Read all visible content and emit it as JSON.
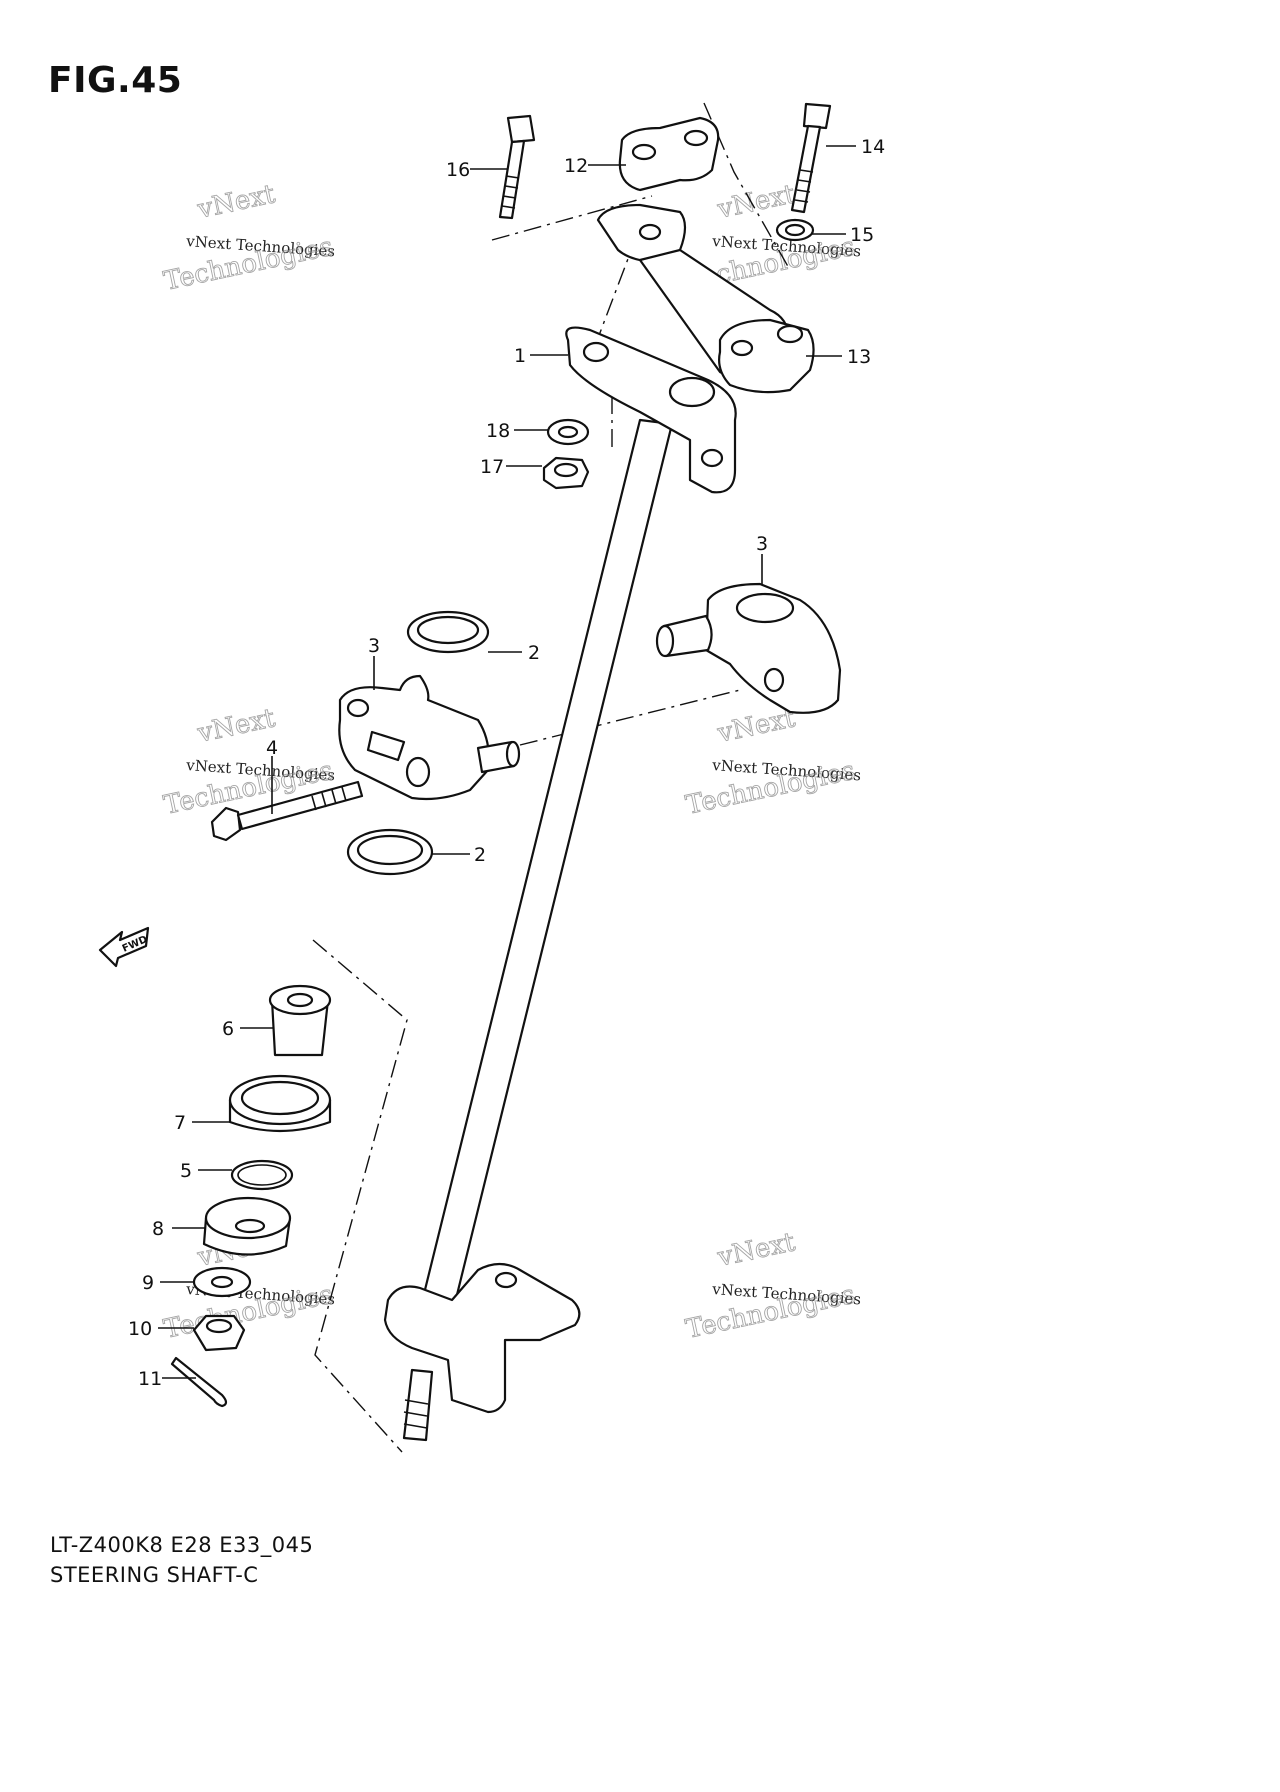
{
  "figure_title": "FIG.45",
  "footer": {
    "model_code": "LT-Z400K8 E28 E33_045",
    "description": "STEERING SHAFT-C"
  },
  "callouts": {
    "c1": "1",
    "c2a": "2",
    "c2b": "2",
    "c3a": "3",
    "c3b": "3",
    "c4": "4",
    "c5": "5",
    "c6": "6",
    "c7": "7",
    "c8": "8",
    "c9": "9",
    "c10": "10",
    "c11": "11",
    "c12": "12",
    "c13": "13",
    "c14": "14",
    "c15": "15",
    "c16": "16",
    "c17": "17",
    "c18": "18"
  },
  "watermark": {
    "text_small": "vNext Technologies",
    "text_big": "Technologies",
    "text_vnext": "vNext"
  },
  "fwd_arrow_label": "FWD"
}
